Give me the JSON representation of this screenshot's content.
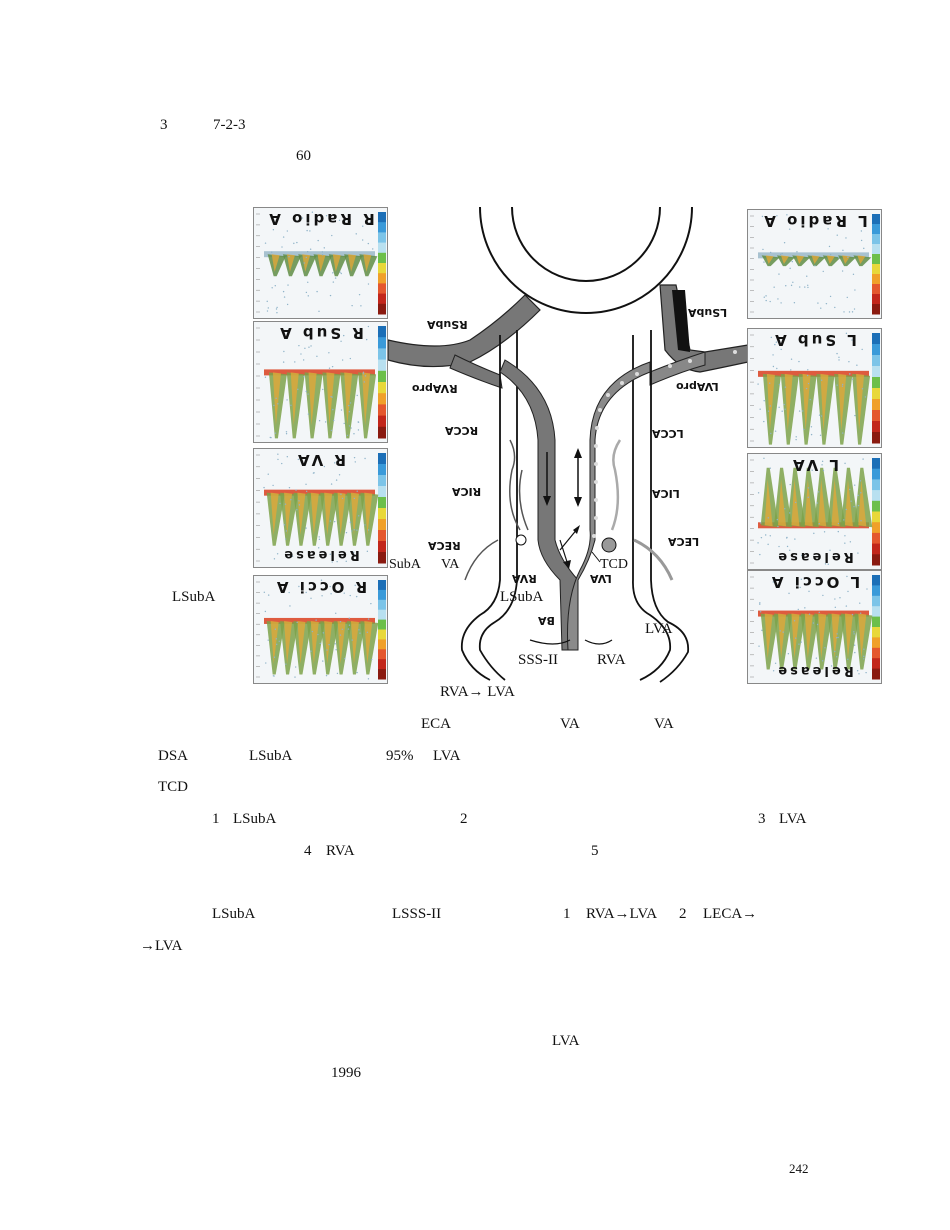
{
  "document": {
    "top_lines": [
      "3",
      "7-2-3",
      "60"
    ],
    "page_number": "242"
  },
  "figure": {
    "panels_left": [
      {
        "label": "R Radio A",
        "release": ""
      },
      {
        "label": "R Sub A",
        "release": ""
      },
      {
        "label": "R VA",
        "release": "Release"
      },
      {
        "label": "R Occi A",
        "release": ""
      }
    ],
    "panels_right": [
      {
        "label": "L Radio A",
        "release": ""
      },
      {
        "label": "L Sub A",
        "release": ""
      },
      {
        "label": "L VA",
        "release": "Release"
      },
      {
        "label": "L Occi A",
        "release": "Release"
      }
    ],
    "vessel_labels": {
      "rsuba": "RSubA",
      "lsuba_top": "LSubA",
      "rvapro": "RVApro",
      "lvapro": "LVApro",
      "rcca": "RCCA",
      "lcca": "LCCA",
      "rica": "RICA",
      "lica": "LICA",
      "reca": "RECA",
      "leca": "LECA",
      "rva": "RVA",
      "lva": "LVA",
      "ba": "BA"
    },
    "caption_parts": [
      "7-2-3",
      "SubA",
      "VA",
      "TCD"
    ],
    "overlay_labels": {
      "lsuba_left": "LSubA",
      "lsuba_mid": "LSubA",
      "lva_right": "LVA",
      "sss": "SSS-II",
      "rva": "RVA"
    },
    "sub_caption": "RVA→ LVA"
  },
  "body_lines": [
    [
      "ECA",
      "VA",
      "VA"
    ],
    [
      "DSA",
      "LSubA",
      "95%",
      "LVA"
    ],
    [
      "TCD"
    ],
    [
      "1",
      "LSubA",
      "2",
      "3",
      "LVA"
    ],
    [
      "4",
      "RVA",
      "5"
    ],
    [
      "LSubA",
      "LSSS-II",
      "1",
      "RVA→LVA",
      "2",
      "LECA→"
    ],
    [
      "→LVA"
    ],
    [
      "LVA"
    ],
    [
      "1996"
    ]
  ]
}
